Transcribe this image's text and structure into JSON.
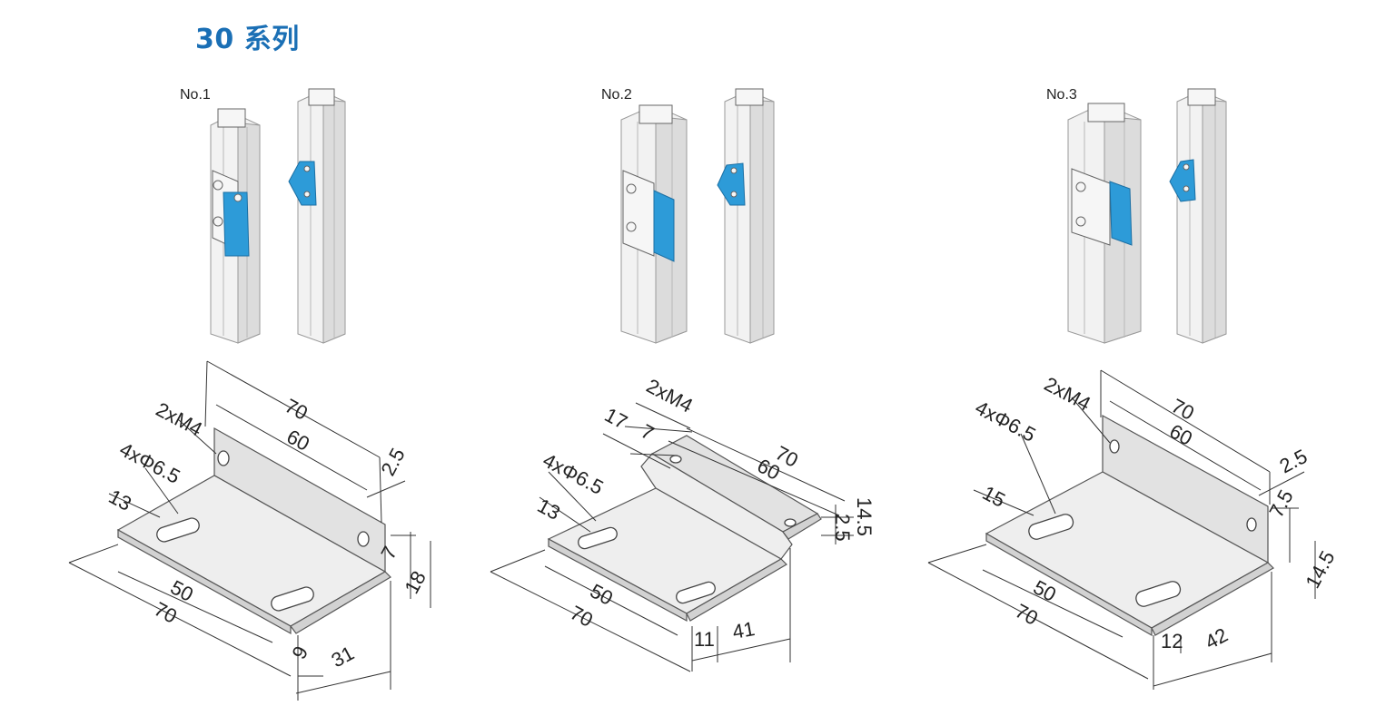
{
  "title": "30 系列",
  "colors": {
    "title": "#1a6fb5",
    "hinge": "#2d9bd8",
    "plate": "#eeeeee"
  },
  "panels": [
    {
      "label": "No.1",
      "dims": {
        "holes": "2xM4",
        "overall": "70",
        "hole_span": "60",
        "thickness": "2.5",
        "slots": "4xΦ6.5",
        "edge": "13",
        "slot_span": "50",
        "base": "70",
        "h1": "7",
        "h2": "18",
        "d1": "9",
        "d2": "31"
      }
    },
    {
      "label": "No.2",
      "dims": {
        "holes": "2xM4",
        "overall": "70",
        "hole_span": "60",
        "offset": "17",
        "offset2": "7",
        "slots": "4xΦ6.5",
        "edge": "13",
        "slot_span": "50",
        "base": "70",
        "h1": "14.5",
        "h2": "2.5",
        "d1": "11",
        "d2": "41"
      }
    },
    {
      "label": "No.3",
      "dims": {
        "holes": "2xM4",
        "overall": "70",
        "hole_span": "60",
        "thickness": "2.5",
        "slots": "4xΦ6.5",
        "edge": "15",
        "slot_span": "50",
        "base": "70",
        "h1": "7.5",
        "h2": "14.5",
        "d1": "12",
        "d2": "42"
      }
    }
  ]
}
